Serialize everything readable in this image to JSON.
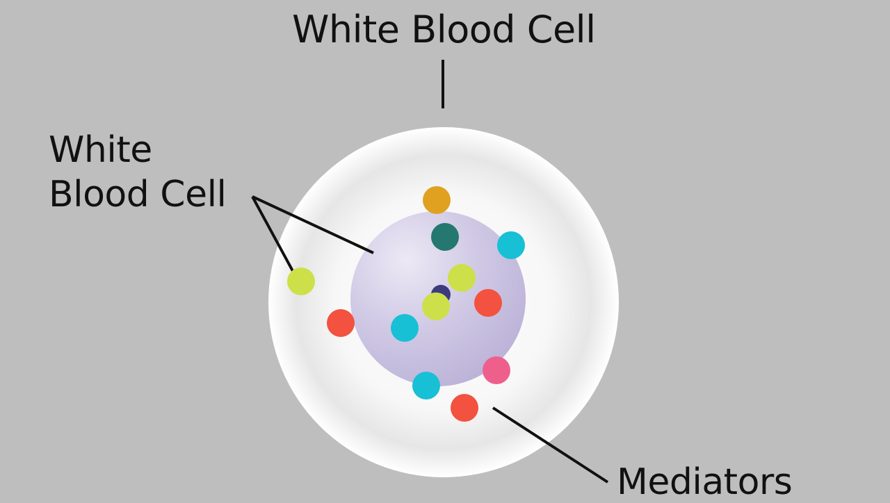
{
  "labels": {
    "top": "White Blood Cell",
    "left_line1": "White",
    "left_line2": "Blood Cell",
    "bottom": "Mediators"
  },
  "colors": {
    "background": "#bebebe",
    "outer_cell": "#ffffff",
    "nucleus": "#c9c2e0",
    "yellow_green": "#cde04a",
    "red": "#f2523f",
    "cyan": "#17c0d4",
    "dark_teal": "#24786f",
    "orange": "#e0a020",
    "pink": "#ef5f8c",
    "navy": "#3d3b7e"
  },
  "mediator_particles": [
    {
      "id": "orange",
      "color": "orange"
    },
    {
      "id": "dark-teal",
      "color": "dark_teal"
    },
    {
      "id": "cyan-upper-right",
      "color": "cyan"
    },
    {
      "id": "yellow-center",
      "color": "yellow_green"
    },
    {
      "id": "navy-small",
      "color": "navy"
    },
    {
      "id": "yellow-center-lower",
      "color": "yellow_green"
    },
    {
      "id": "red-right",
      "color": "red"
    },
    {
      "id": "cyan-center",
      "color": "cyan"
    },
    {
      "id": "red-left",
      "color": "red"
    },
    {
      "id": "yellow-outside",
      "color": "yellow_green"
    },
    {
      "id": "pink",
      "color": "pink"
    },
    {
      "id": "cyan-bottom",
      "color": "cyan"
    },
    {
      "id": "red-bottom",
      "color": "red"
    }
  ]
}
